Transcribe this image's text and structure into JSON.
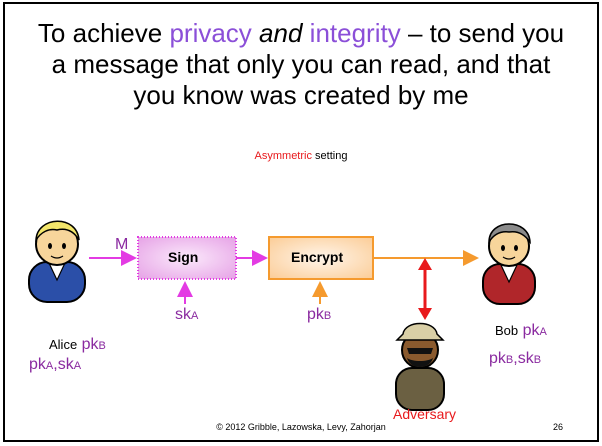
{
  "slide": {
    "title_part1": "To achieve ",
    "title_privacy": "privacy",
    "title_and": "and",
    "title_integrity": "integrity",
    "title_rest_line1": " – to send you",
    "title_line2": "a message that only you can read, and that",
    "title_line3": "you know was created by me",
    "subtitle_red": "Asymmetric",
    "subtitle_rest": " setting",
    "footer": "© 2012 Gribble, Lazowska, Levy, Zahorjan",
    "page_number": "26"
  },
  "diagram": {
    "message_label": "M",
    "sign_label": "Sign",
    "encrypt_label": "Encrypt",
    "sign_key": {
      "main": "sk",
      "sub": "A"
    },
    "encrypt_key": {
      "main": "pk",
      "sub": "B"
    },
    "alice": {
      "name": "Alice",
      "line1_key": {
        "main": "pk",
        "sub": "B"
      },
      "line2": {
        "a": "pk",
        "a_sub": "A",
        "sep": ",",
        "b": "sk",
        "b_sub": "A"
      }
    },
    "bob": {
      "name": "Bob",
      "line1_key": {
        "main": "pk",
        "sub": "A"
      },
      "line2": {
        "a": "pk",
        "a_sub": "B",
        "sep": ",",
        "b": "sk",
        "b_sub": "B"
      }
    },
    "adversary_label": "Adversary",
    "colors": {
      "accent_purple": "#8b4fd8",
      "key_purple": "#8a2aa0",
      "sign_box_fill": "#f2c6f2",
      "sign_box_border": "#e33be3",
      "arrow_magenta": "#e33be3",
      "encrypt_box_fill": "#fde6cc",
      "encrypt_box_border": "#f59a2e",
      "arrow_orange": "#f59a2e",
      "adversary_red": "#e8191c"
    },
    "icons": [
      "alice-person-icon",
      "bob-person-icon",
      "adversary-person-icon"
    ]
  }
}
